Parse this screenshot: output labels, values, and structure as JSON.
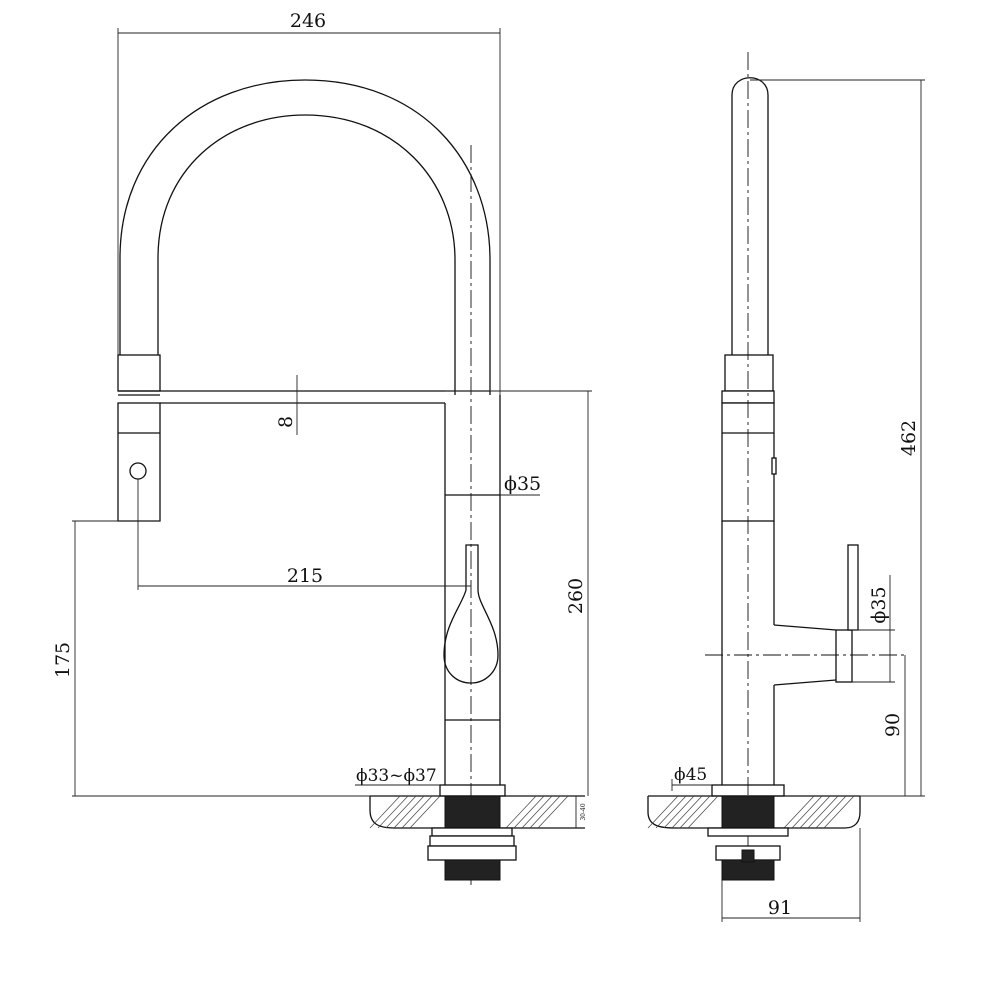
{
  "drawing": {
    "front_view": {
      "dimensions": {
        "overall_width": "246",
        "spray_gap": "8",
        "diameter_body": "ϕ35",
        "reach": "215",
        "height_spout": "260",
        "height_outlet": "175",
        "hole_range": "ϕ33~ϕ37"
      },
      "counter_note": "30-40"
    },
    "side_view": {
      "dimensions": {
        "overall_height": "462",
        "diameter_handle": "ϕ35",
        "handle_height": "90",
        "diameter_base": "ϕ45",
        "depth": "91"
      }
    }
  },
  "colors": {
    "line": "#111111",
    "background": "#ffffff"
  }
}
